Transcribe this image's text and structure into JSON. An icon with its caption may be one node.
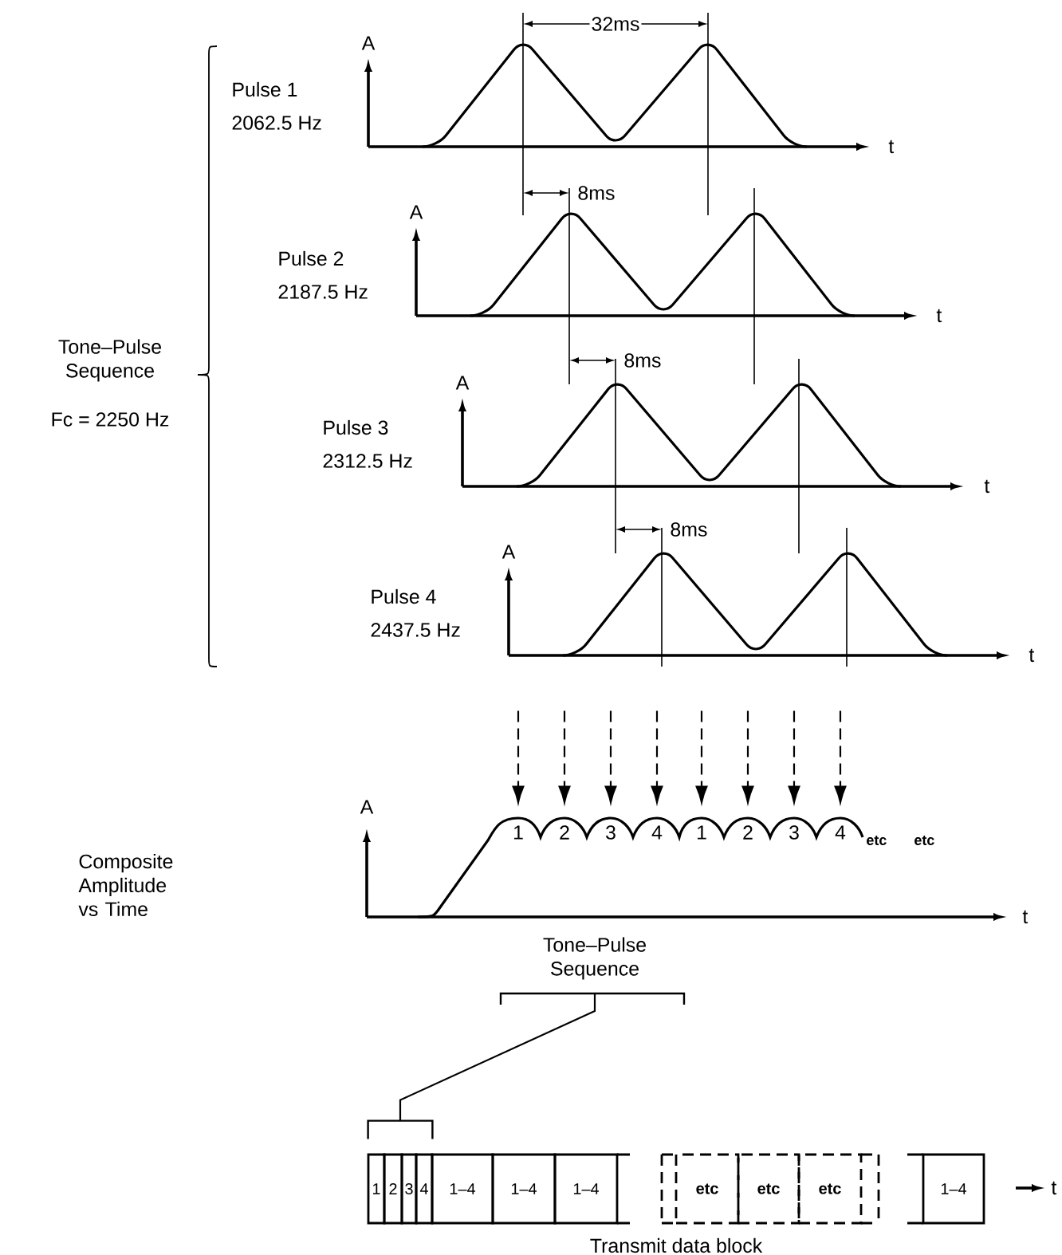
{
  "diagram": {
    "nodes": [
      {
        "text": [
          "1"
        ]
      },
      {
        "text": [
          "2"
        ]
      },
      {
        "text": [
          "3"
        ]
      },
      {
        "text": [
          "4"
        ]
      },
      {
        "text": [
          "1"
        ]
      },
      {
        "text": [
          "2"
        ]
      },
      {
        "text": [
          "3"
        ]
      },
      {
        "text": [
          "4"
        ]
      },
      {
        "text": [
          "Tone–Pulse Sequence"
        ]
      },
      {
        "text": [],
        "shape": "bracket"
      }
    ],
    "edges": [
      {
        "from": null,
        "to": 0,
        "arrow": "to",
        "style": "dashed"
      },
      {
        "from": null,
        "to": 1,
        "arrow": "to",
        "style": "dashed"
      },
      {
        "from": null,
        "to": 2,
        "arrow": "to",
        "style": "dashed"
      },
      {
        "from": null,
        "to": 3,
        "arrow": "to",
        "style": "dashed"
      },
      {
        "from": null,
        "to": 4,
        "arrow": "to",
        "style": "dashed"
      },
      {
        "from": null,
        "to": 5,
        "arrow": "to",
        "style": "dashed"
      },
      {
        "from": null,
        "to": 6,
        "arrow": "to",
        "style": "dashed"
      },
      {
        "from": null,
        "to": 7,
        "arrow": "to",
        "style": "dashed"
      },
      {
        "from": 8,
        "to": 9,
        "arrow": "none"
      }
    ],
    "labels": [
      "32ms",
      "A",
      "Pulse 1",
      "2062.5 Hz",
      "t",
      "8ms",
      "A",
      "Pulse 2",
      "2187.5 Hz",
      "t",
      "Tone–Pulse Sequence",
      "Fc = 2250 Hz",
      "8ms",
      "A",
      "Pulse 3",
      "2312.5 Hz",
      "t",
      "8ms",
      "A",
      "Pulse 4",
      "2437.5 Hz",
      "t",
      "A",
      "Composite Amplitude vs Time",
      "etc",
      "etc",
      "t",
      "1",
      "2",
      "3",
      "4",
      "1–4",
      "1–4",
      "1–4",
      "etc",
      "etc",
      "etc",
      "1–4",
      "t",
      "Transmit data block"
    ]
  }
}
